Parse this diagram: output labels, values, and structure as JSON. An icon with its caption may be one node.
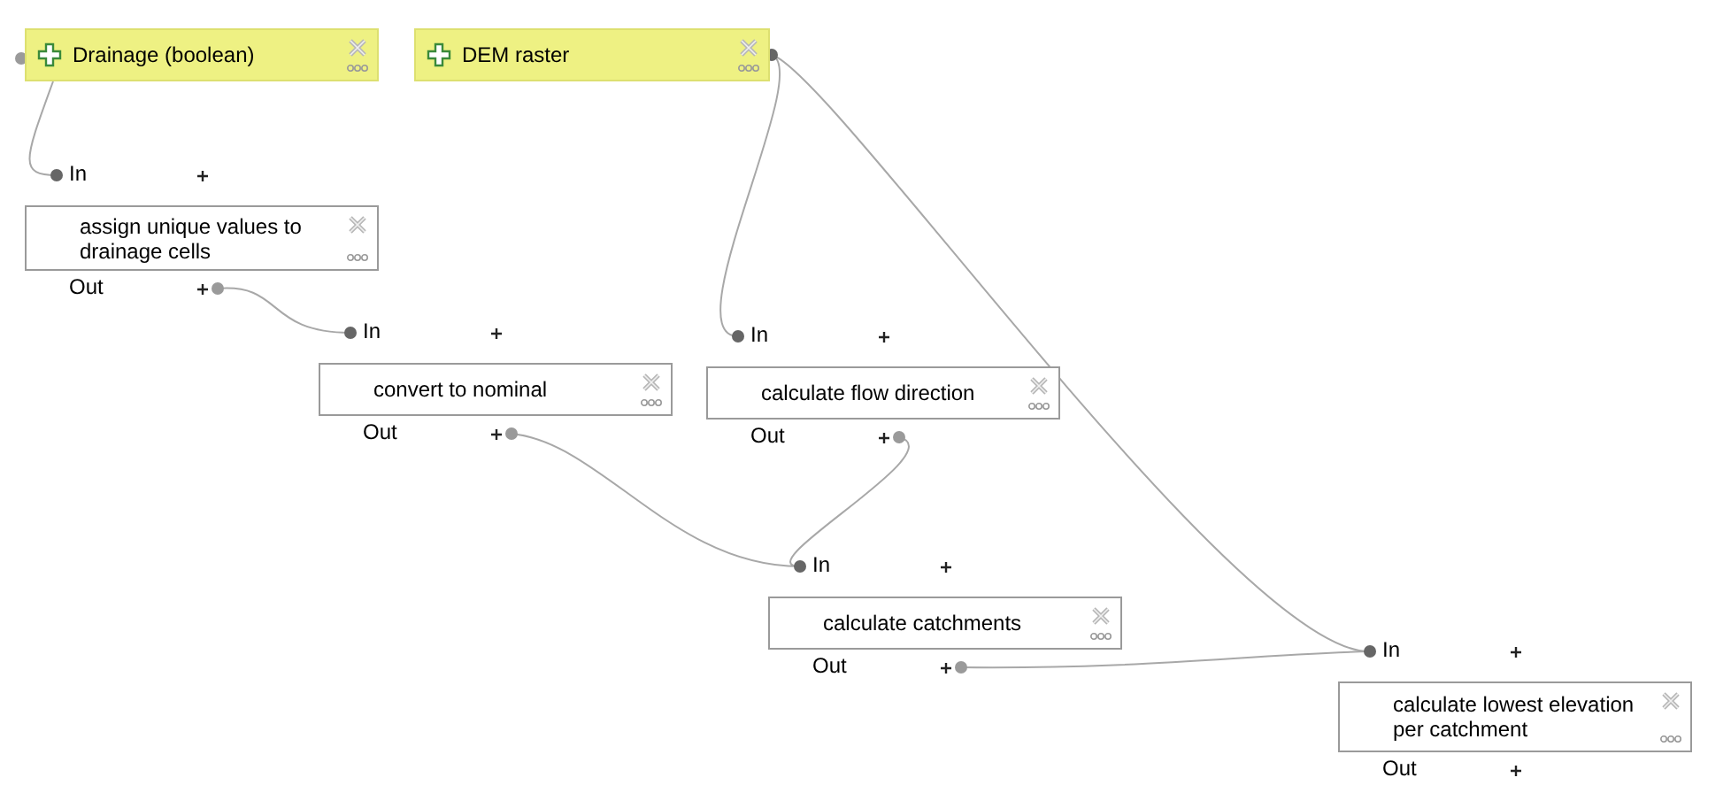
{
  "diagram": {
    "nodes": [
      {
        "text": [
          "Drainage (boolean)"
        ]
      },
      {
        "text": [
          "DEM raster"
        ]
      },
      {
        "text": [
          "assign unique values to drainage cells"
        ],
        "beside": [
          "In",
          "Out"
        ]
      },
      {
        "text": [
          "convert to nominal"
        ],
        "beside": [
          "In",
          "Out"
        ]
      },
      {
        "text": [
          "calculate flow direction"
        ],
        "beside": [
          "In",
          "Out"
        ]
      },
      {
        "text": [
          "calculate catchments"
        ],
        "beside": [
          "In",
          "Out"
        ]
      },
      {
        "text": [
          "calculate lowest elevation per catchment"
        ],
        "beside": [
          "In",
          "Out"
        ]
      }
    ],
    "edges": [
      {
        "from": 0,
        "to": 2,
        "arrow": "none"
      },
      {
        "from": 2,
        "to": 3,
        "arrow": "none"
      },
      {
        "from": 3,
        "to": 5,
        "arrow": "none"
      },
      {
        "from": 4,
        "to": 5,
        "arrow": "none"
      },
      {
        "from": 1,
        "to": 4,
        "arrow": "none"
      },
      {
        "from": 1,
        "to": 6,
        "arrow": "none"
      },
      {
        "from": 5,
        "to": 6,
        "arrow": "none"
      }
    ]
  }
}
